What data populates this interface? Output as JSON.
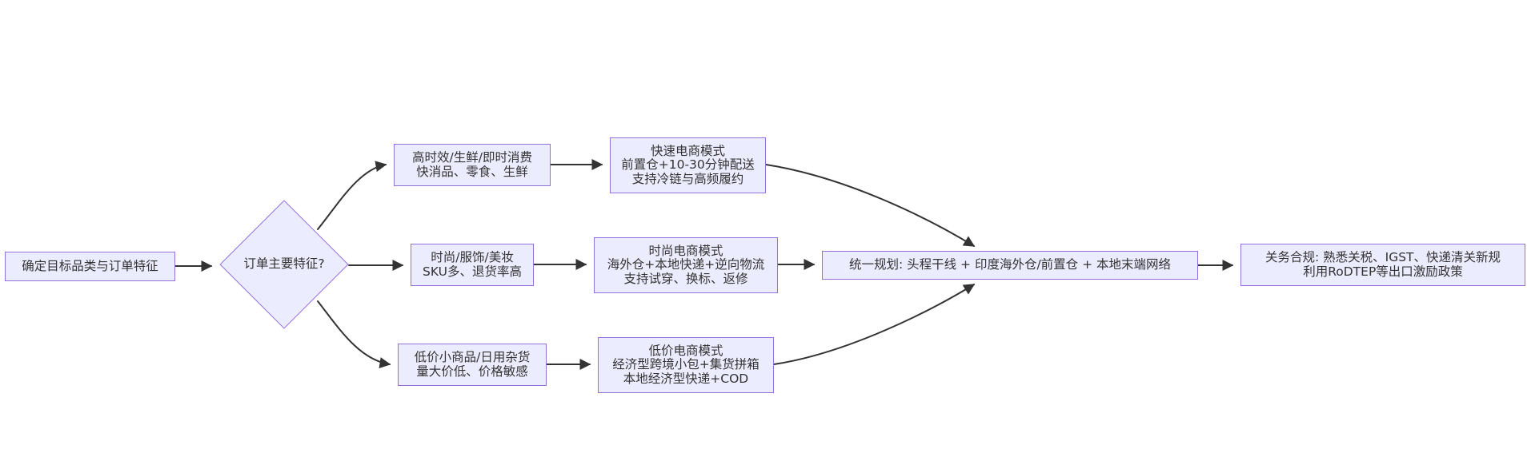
{
  "diagram": {
    "type": "flowchart",
    "direction": "left-to-right",
    "colors": {
      "node_fill": "#ECECFF",
      "node_border": "#9370DB",
      "text": "#333333",
      "arrow": "#333333",
      "background": "#ffffff"
    },
    "nodes": {
      "start": {
        "label": "确定目标品类与订单特征"
      },
      "decision": {
        "label": "订单主要特征?"
      },
      "fast_criteria": {
        "line1": "高时效/生鲜/即时消费",
        "line2": "快消品、零食、生鲜"
      },
      "fast_mode": {
        "line1": "快速电商模式",
        "line2": "前置仓+10-30分钟配送",
        "line3": "支持冷链与高频履约"
      },
      "fashion_criteria": {
        "line1": "时尚/服饰/美妆",
        "line2": "SKU多、退货率高"
      },
      "fashion_mode": {
        "line1": "时尚电商模式",
        "line2": "海外仓+本地快递+逆向物流",
        "line3": "支持试穿、换标、返修"
      },
      "value_criteria": {
        "line1": "低价小商品/日用杂货",
        "line2": "量大价低、价格敏感"
      },
      "value_mode": {
        "line1": "低价电商模式",
        "line2": "经济型跨境小包+集货拼箱",
        "line3": "本地经济型快递+COD"
      },
      "unified_plan": {
        "label": "统一规划: 头程干线 + 印度海外仓/前置仓 + 本地末端网络"
      },
      "customs_compliance": {
        "line1": "关务合规: 熟悉关税、IGST、快递清关新规",
        "line2": "利用RoDTEP等出口激励政策"
      }
    },
    "edges": [
      {
        "from": "start",
        "to": "decision"
      },
      {
        "from": "decision",
        "to": "fast_criteria"
      },
      {
        "from": "decision",
        "to": "fashion_criteria"
      },
      {
        "from": "decision",
        "to": "value_criteria"
      },
      {
        "from": "fast_criteria",
        "to": "fast_mode"
      },
      {
        "from": "fashion_criteria",
        "to": "fashion_mode"
      },
      {
        "from": "value_criteria",
        "to": "value_mode"
      },
      {
        "from": "fast_mode",
        "to": "unified_plan"
      },
      {
        "from": "fashion_mode",
        "to": "unified_plan"
      },
      {
        "from": "value_mode",
        "to": "unified_plan"
      },
      {
        "from": "unified_plan",
        "to": "customs_compliance"
      }
    ]
  }
}
